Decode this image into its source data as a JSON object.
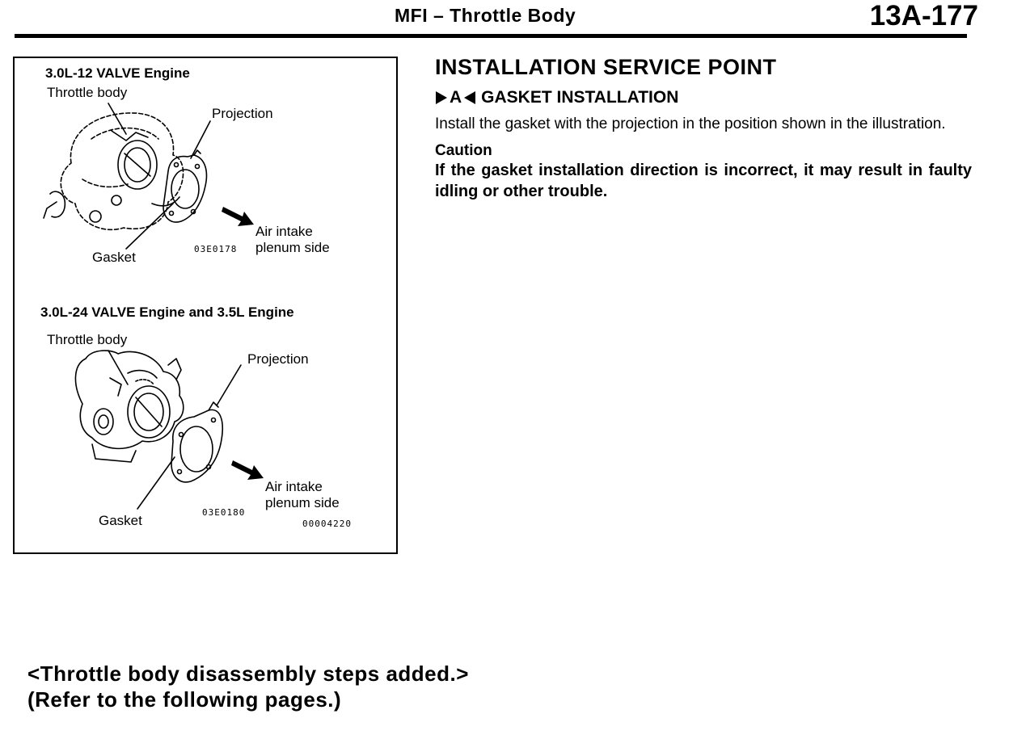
{
  "header": {
    "title": "MFI – Throttle Body",
    "page_number": "13A-177"
  },
  "figure": {
    "top": {
      "heading": "3.0L-12 VALVE Engine",
      "throttle_body": "Throttle body",
      "projection": "Projection",
      "gasket": "Gasket",
      "code": "03E0178",
      "air_intake_1": "Air intake",
      "air_intake_2": "plenum side"
    },
    "bottom": {
      "heading": "3.0L-24 VALVE Engine and 3.5L Engine",
      "throttle_body": "Throttle body",
      "projection": "Projection",
      "gasket": "Gasket",
      "code": "03E0180",
      "air_intake_1": "Air intake",
      "air_intake_2": "plenum side",
      "figure_id": "00004220"
    }
  },
  "content": {
    "section_title": "INSTALLATION SERVICE POINT",
    "service_mark": "A",
    "subheading": "GASKET INSTALLATION",
    "body": "Install the gasket with the projection in the position shown in the illustration.",
    "caution_label": "Caution",
    "caution_text": "If the gasket installation direction is incorrect, it may result in faulty idling or other trouble."
  },
  "footer": {
    "line1": "<Throttle body disassembly steps added.>",
    "line2": "(Refer to the following pages.)"
  }
}
